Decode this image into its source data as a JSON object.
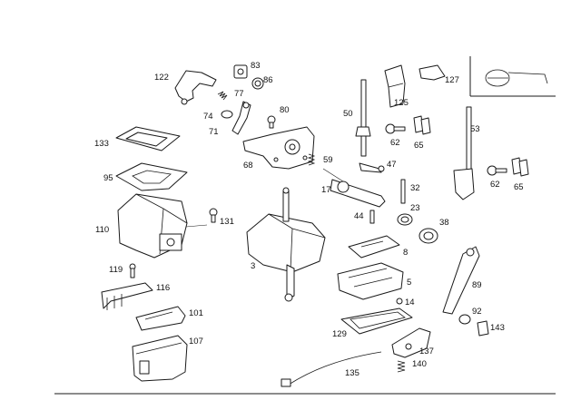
{
  "callouts": [
    "122",
    "83",
    "86",
    "77",
    "74",
    "71",
    "80",
    "68",
    "133",
    "95",
    "110",
    "131",
    "119",
    "116",
    "101",
    "107",
    "3",
    "59",
    "17",
    "50",
    "62",
    "65",
    "125",
    "127",
    "47",
    "53",
    "62",
    "65",
    "32",
    "23",
    "44",
    "38",
    "8",
    "5",
    "14",
    "89",
    "92",
    "143",
    "129",
    "137",
    "140",
    "135"
  ]
}
